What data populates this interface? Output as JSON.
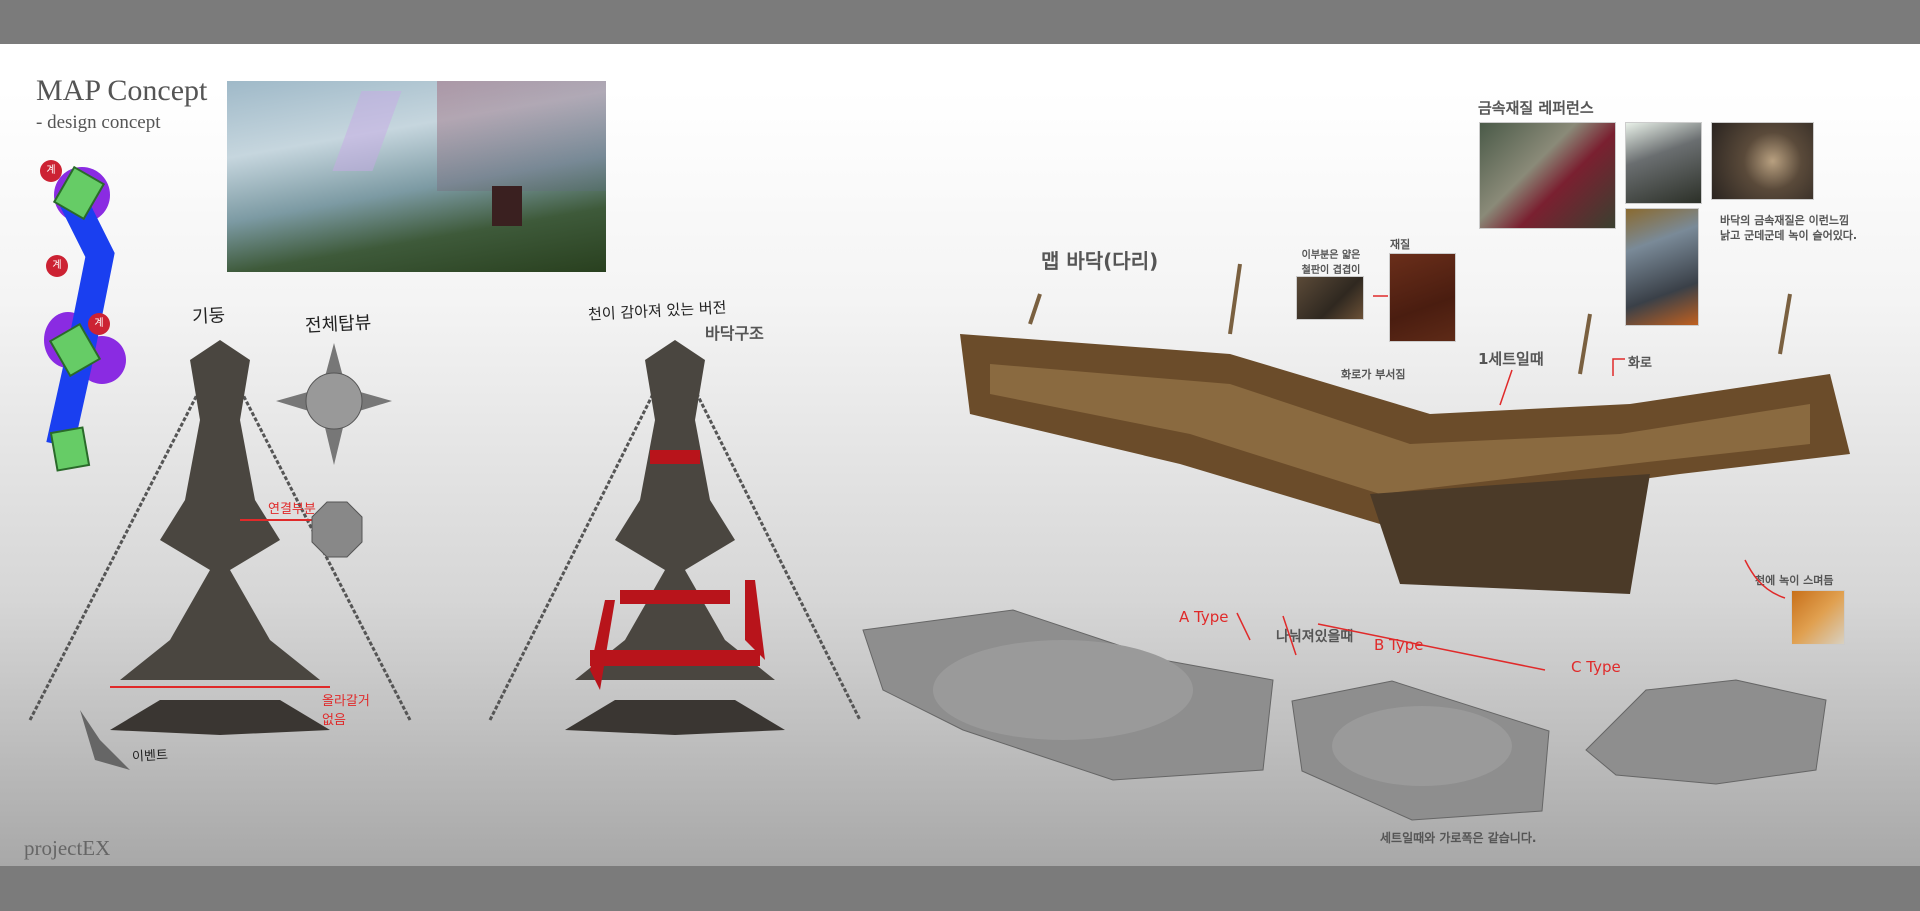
{
  "header": {
    "title": "MAP Concept",
    "subtitle": "- design concept"
  },
  "footer": {
    "brand": "projectEX"
  },
  "pillar_section": {
    "pillar_label": "기둥",
    "top_view_label": "전체탑뷰",
    "cloth_version_label": "천이 감아져 있는 버전",
    "floor_structure_label": "바닥구조",
    "connection_label": "연결부분",
    "buried_label": "올라갈거 없음",
    "event_label": "이벤트"
  },
  "map_floor": {
    "title": "맵 바닥(다리)",
    "thin_plate_note": "이부분은 얇은 철판이 겹겹이",
    "material_label": "재질",
    "brazier_broken": "화로가 부서짐",
    "one_set_label": "1세트일때",
    "brazier_label": "화로",
    "cloth_rust_label": "천에 녹이 스며듬",
    "split_label": "나눠져있을때",
    "types": [
      "A Type",
      "B Type",
      "C Type"
    ],
    "width_note": "세트일때와 가로폭은 같습니다."
  },
  "metal_reference": {
    "title": "금속재질 레퍼런스",
    "caption_line1": "바닥의 금속재질은 이런느낌",
    "caption_line2": "낡고 군데군데 녹이 슬어있다."
  },
  "map_diagram": {
    "node_label": "계",
    "colors": {
      "path": "#1a3ff0",
      "node": "#66cc66",
      "zone": "#8a2be2",
      "marker": "#cc2233"
    }
  },
  "colors": {
    "annotation_red": "#e02a2a",
    "bar_gray": "#7b7b7b"
  }
}
